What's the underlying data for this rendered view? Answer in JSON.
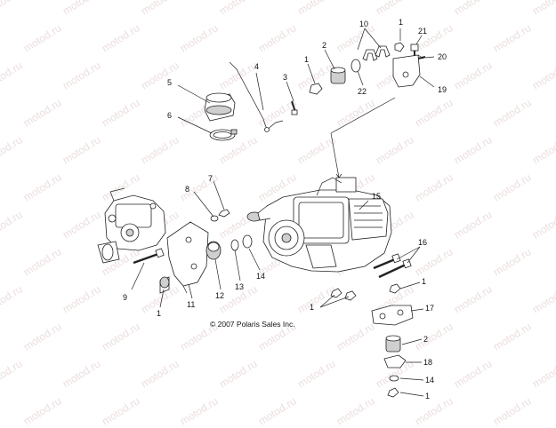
{
  "watermark": {
    "text": "motod.ru",
    "color": "#ecdede"
  },
  "copyright": "© 2007 Polaris Sales Inc.",
  "callouts": {
    "c1a": "1",
    "c1b": "1",
    "c1c": "1",
    "c1d": "1",
    "c1e": "1",
    "c1f": "1",
    "c2a": "2",
    "c2b": "2",
    "c3": "3",
    "c4": "4",
    "c5": "5",
    "c6": "6",
    "c7": "7",
    "c8": "8",
    "c9": "9",
    "c10": "10",
    "c11": "11",
    "c12": "12",
    "c13": "13",
    "c14a": "14",
    "c14b": "14",
    "c15": "15",
    "c16": "16",
    "c17": "17",
    "c18": "18",
    "c19": "19",
    "c20": "20",
    "c21": "21",
    "c22": "22"
  }
}
